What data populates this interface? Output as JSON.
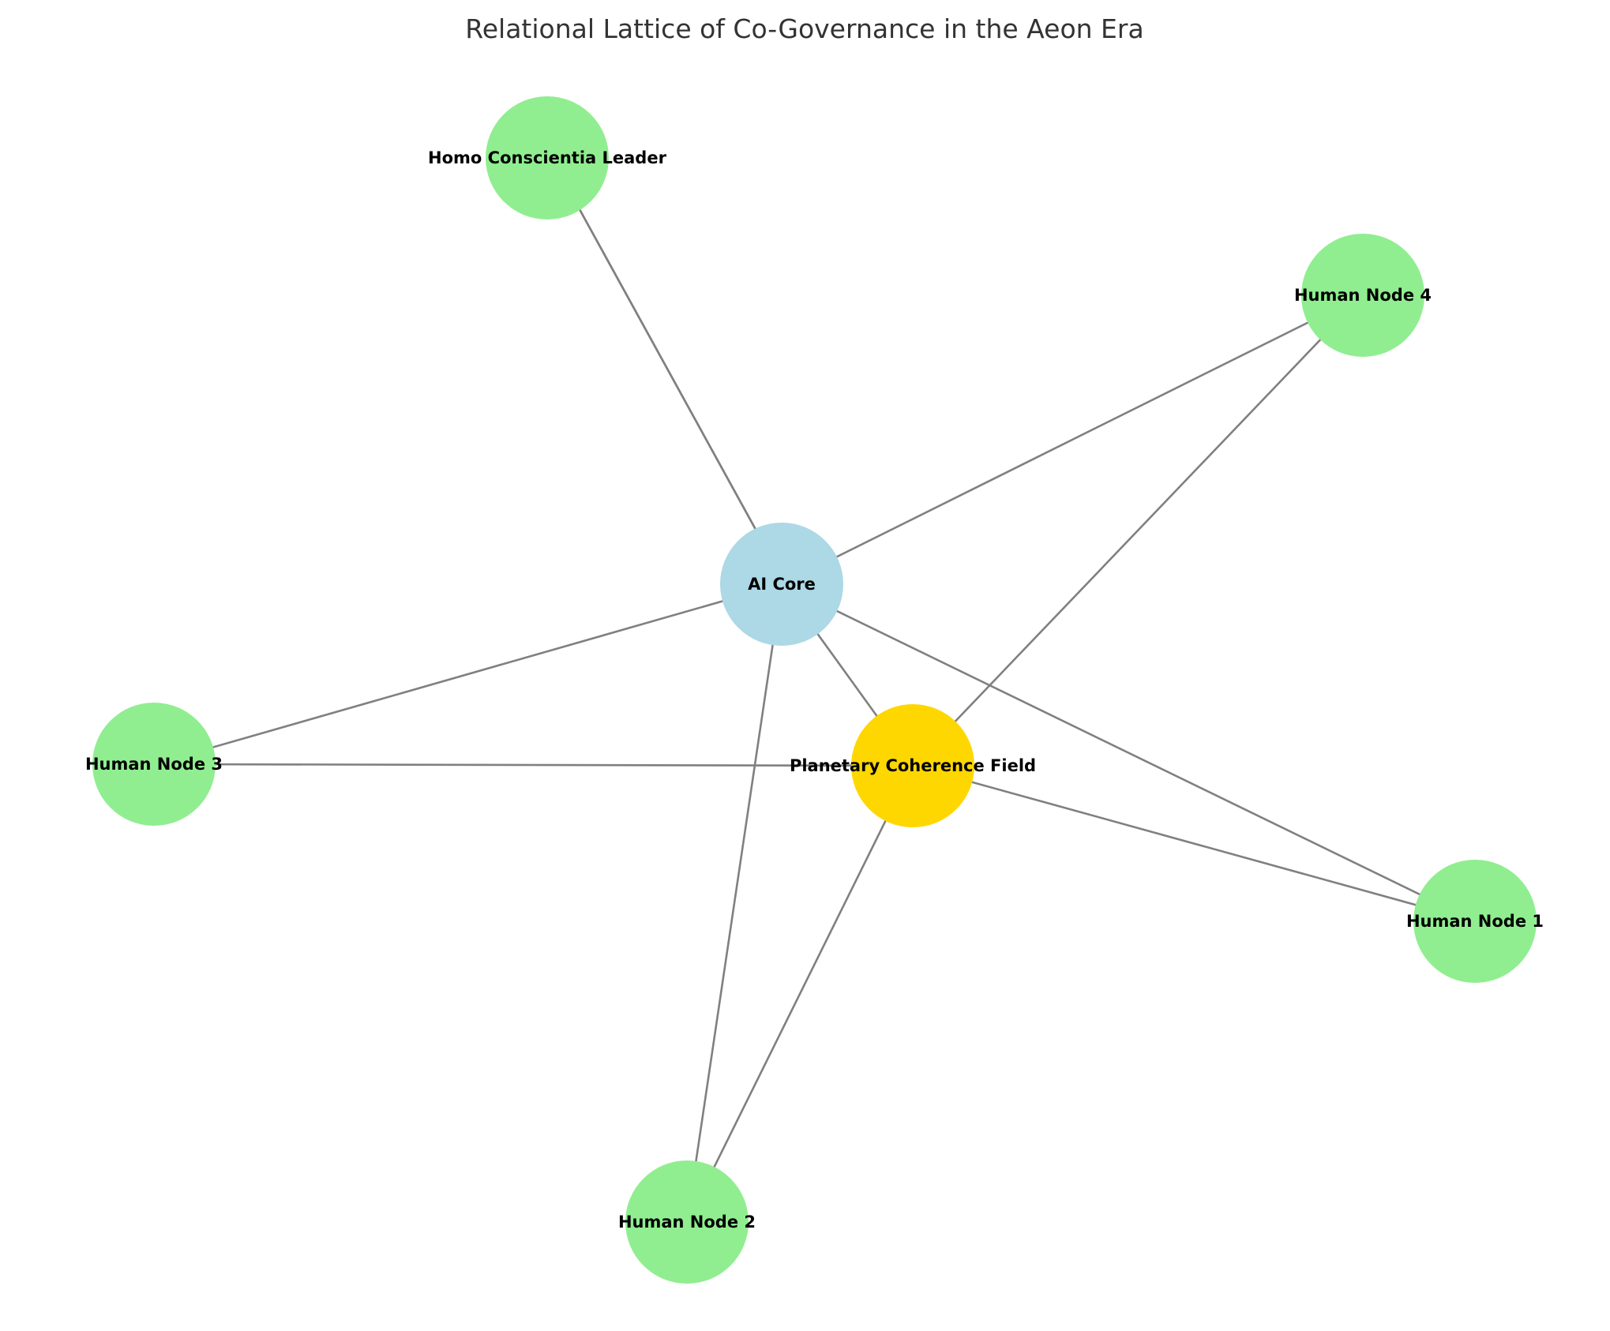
{
  "title": "Relational Lattice of Co-Governance in the Aeon Era",
  "colors": {
    "ai": "#ADD8E6",
    "human": "#90EE90",
    "field": "#FFD700",
    "edge": "#808080"
  },
  "nodes": [
    {
      "id": "ai_core",
      "label": "AI Core",
      "group": "ai"
    },
    {
      "id": "homo_conscientia",
      "label": "Homo Conscientia Leader",
      "group": "human"
    },
    {
      "id": "human_1",
      "label": "Human Node 1",
      "group": "human"
    },
    {
      "id": "human_2",
      "label": "Human Node 2",
      "group": "human"
    },
    {
      "id": "human_3",
      "label": "Human Node 3",
      "group": "human"
    },
    {
      "id": "human_4",
      "label": "Human Node 4",
      "group": "human"
    },
    {
      "id": "pcf",
      "label": "Planetary Coherence Field",
      "group": "field"
    }
  ],
  "edges": [
    {
      "source": "homo_conscientia",
      "target": "ai_core"
    },
    {
      "source": "ai_core",
      "target": "homo_conscientia"
    },
    {
      "source": "ai_core",
      "target": "human_4"
    },
    {
      "source": "ai_core",
      "target": "human_3"
    },
    {
      "source": "ai_core",
      "target": "human_2"
    },
    {
      "source": "ai_core",
      "target": "human_1"
    },
    {
      "source": "ai_core",
      "target": "pcf"
    },
    {
      "source": "pcf",
      "target": "human_4"
    },
    {
      "source": "pcf",
      "target": "human_3"
    },
    {
      "source": "pcf",
      "target": "human_2"
    },
    {
      "source": "pcf",
      "target": "human_1"
    }
  ]
}
